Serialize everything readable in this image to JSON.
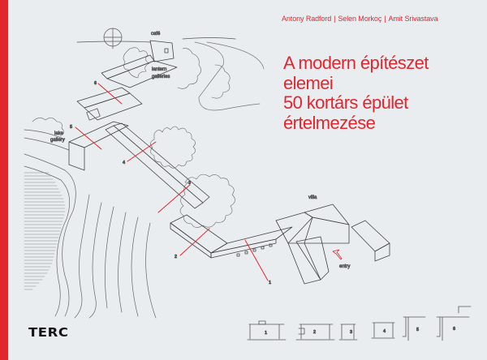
{
  "cover": {
    "authors": [
      "Antony Radford",
      "Selen Morkoç",
      "Amit Srivastava"
    ],
    "author_separator": "|",
    "title_lines": [
      "A modern építészet",
      "elemei",
      "50 kortárs épület",
      "értelmezése"
    ],
    "publisher_logo": "TERC",
    "accent_color": "#e3262d",
    "background_color": "#e9edf0"
  },
  "drawing": {
    "labels": {
      "cafe": "café",
      "lantern": "lantern",
      "galleries": "galleries",
      "lake": "lake",
      "gallery": "gallery",
      "villa": "villa",
      "entry": "entry"
    },
    "callouts": [
      "1",
      "2",
      "3",
      "4",
      "5",
      "6"
    ],
    "sections": [
      "1",
      "2",
      "3",
      "4",
      "5",
      "6"
    ]
  }
}
